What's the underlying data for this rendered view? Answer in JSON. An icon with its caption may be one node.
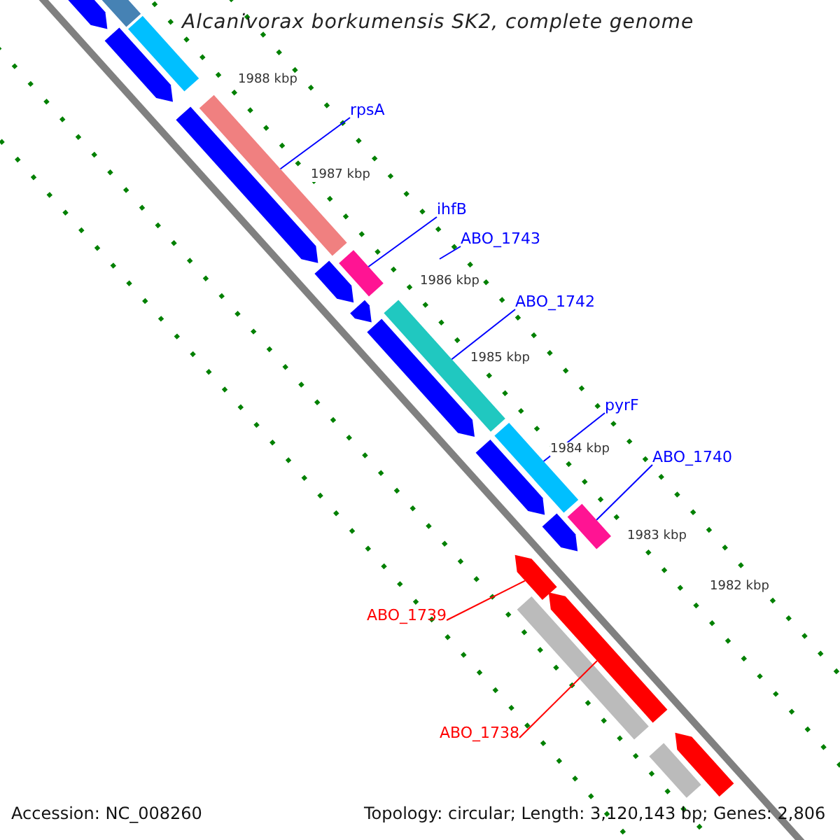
{
  "diagram": {
    "title": "Alcanivorax borkumensis SK2, complete genome",
    "nodes": [
      {
        "text": [],
        "shape": "bar"
      },
      {
        "text": [],
        "shape": "arrow"
      },
      {
        "text": [],
        "shape": "bar"
      },
      {
        "text": [],
        "shape": "arrow"
      },
      {
        "text": [
          "rpsA"
        ]
      },
      {
        "text": [],
        "shape": "bar"
      },
      {
        "text": [],
        "shape": "arrow"
      },
      {
        "text": [
          "ihfB"
        ]
      },
      {
        "text": [],
        "shape": "bar"
      },
      {
        "text": [],
        "shape": "arrow"
      },
      {
        "text": [],
        "shape": "arrow"
      },
      {
        "text": [
          "ABO_1743"
        ]
      },
      {
        "text": [
          "ABO_1742"
        ]
      },
      {
        "text": [],
        "shape": "bar"
      },
      {
        "text": [],
        "shape": "arrow"
      },
      {
        "text": [
          "pyrF"
        ]
      },
      {
        "text": [],
        "shape": "bar"
      },
      {
        "text": [],
        "shape": "arrow"
      },
      {
        "text": [
          "ABO_1740"
        ]
      },
      {
        "text": [],
        "shape": "bar"
      },
      {
        "text": [],
        "shape": "arrow"
      },
      {
        "text": [],
        "shape": "arrow"
      },
      {
        "text": [
          "ABO_1739"
        ]
      },
      {
        "text": [],
        "shape": "bar"
      },
      {
        "text": [],
        "shape": "arrow"
      },
      {
        "text": [
          "ABO_1738"
        ]
      },
      {
        "text": [],
        "shape": "bar"
      },
      {
        "text": [],
        "shape": "arrow"
      }
    ],
    "edges": [
      {
        "from": 4,
        "to": 5,
        "arrow": "none"
      },
      {
        "from": 7,
        "to": 8,
        "arrow": "none"
      },
      {
        "from": 11,
        "to": null,
        "arrow": "none"
      },
      {
        "from": 12,
        "to": 13,
        "arrow": "none"
      },
      {
        "from": 15,
        "to": 16,
        "arrow": "none"
      },
      {
        "from": 18,
        "to": 19,
        "arrow": "none"
      },
      {
        "from": 22,
        "to": 21,
        "arrow": "none",
        "color": "#ff0000"
      },
      {
        "from": 25,
        "to": 24,
        "arrow": "none",
        "color": "#ff0000"
      }
    ],
    "labels": [
      "1988 kbp",
      "1987 kbp",
      "1986 kbp",
      "1985 kbp",
      "1984 kbp",
      "1983 kbp",
      "1982 kbp",
      "Accession: NC_008260",
      "Topology: circular; Length: 3,120,143 bp; Genes: 2,806"
    ]
  }
}
